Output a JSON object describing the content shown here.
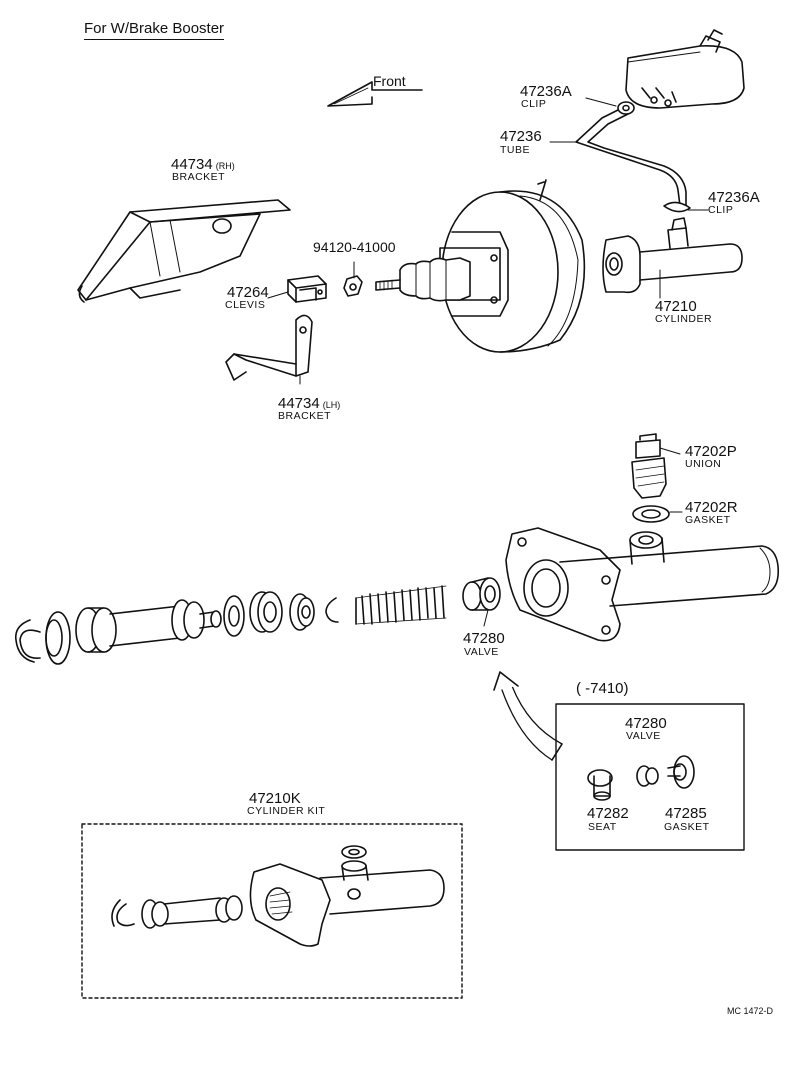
{
  "title": "For W/Brake Booster",
  "front_label": "Front",
  "drawing_code": "MC 1472-D",
  "inset_range": "(        -7410)",
  "parts": {
    "clip_top": {
      "number": "47236A",
      "name": "CLIP"
    },
    "tube": {
      "number": "47236",
      "name": "TUBE"
    },
    "clip_right": {
      "number": "47236A",
      "name": "CLIP"
    },
    "bracket_rh": {
      "number": "44734",
      "qualifier": "(RH)",
      "name": "BRACKET"
    },
    "nut": {
      "number": "94120-41000"
    },
    "clevis": {
      "number": "47264",
      "name": "CLEVIS"
    },
    "cylinder": {
      "number": "47210",
      "name": "CYLINDER"
    },
    "bracket_lh": {
      "number": "44734",
      "qualifier": "(LH)",
      "name": "BRACKET"
    },
    "union": {
      "number": "47202P",
      "name": "UNION"
    },
    "gasket_union": {
      "number": "47202R",
      "name": "GASKET"
    },
    "valve_main": {
      "number": "47280",
      "name": "VALVE"
    },
    "valve_inset": {
      "number": "47280",
      "name": "VALVE"
    },
    "seat": {
      "number": "47282",
      "name": "SEAT"
    },
    "gasket_inset": {
      "number": "47285",
      "name": "GASKET"
    },
    "cylinder_kit": {
      "number": "47210K",
      "name": "CYLINDER KIT"
    }
  }
}
